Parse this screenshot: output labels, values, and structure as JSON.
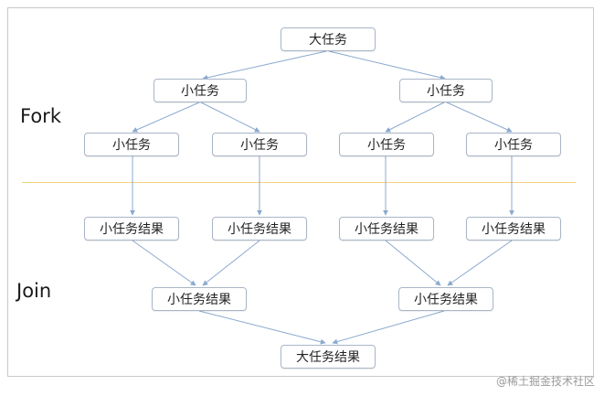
{
  "labels": {
    "fork": "Fork",
    "join": "Join"
  },
  "nodes": {
    "big_task": "大任务",
    "fork_l1_left": "小任务",
    "fork_l1_right": "小任务",
    "fork_l2_a": "小任务",
    "fork_l2_b": "小任务",
    "fork_l2_c": "小任务",
    "fork_l2_d": "小任务",
    "join_l1_a": "小任务结果",
    "join_l1_b": "小任务结果",
    "join_l1_c": "小任务结果",
    "join_l1_d": "小任务结果",
    "join_l2_left": "小任务结果",
    "join_l2_right": "小任务结果",
    "big_result": "大任务结果"
  },
  "watermark": "@稀土掘金技术社区",
  "colors": {
    "edge": "#8aa9cf",
    "divider": "#f2d27a",
    "node_border": "#a9b6c6"
  }
}
